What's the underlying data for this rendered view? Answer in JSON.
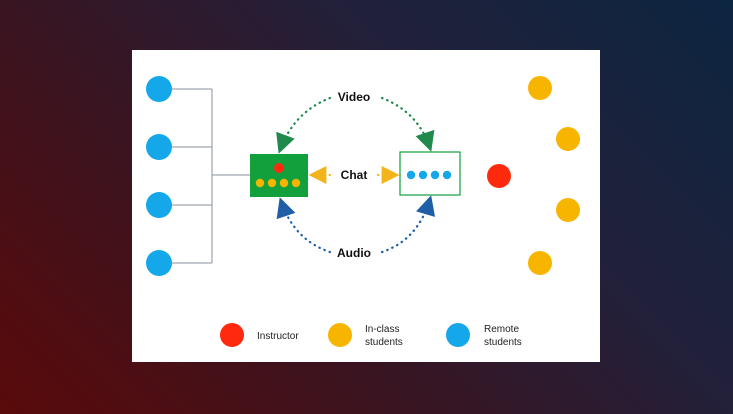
{
  "labels": {
    "video": "Video",
    "chat": "Chat",
    "audio": "Audio"
  },
  "legend": {
    "instructor": "Instructor",
    "inclass_line1": "In-class",
    "inclass_line2": "students",
    "remote_line1": "Remote",
    "remote_line2": "students"
  },
  "colors": {
    "instructor": "#ff2a0e",
    "inclass": "#f8b500",
    "remote": "#14a7ea",
    "remote_panel": "#12a03c",
    "video_arrow": "#1f8a4c",
    "chat_arrow": "#f2b419",
    "audio_arrow": "#1f5fa8",
    "connector": "#8a93a0"
  },
  "counts": {
    "remote_students": 4,
    "inclass_students": 4
  }
}
